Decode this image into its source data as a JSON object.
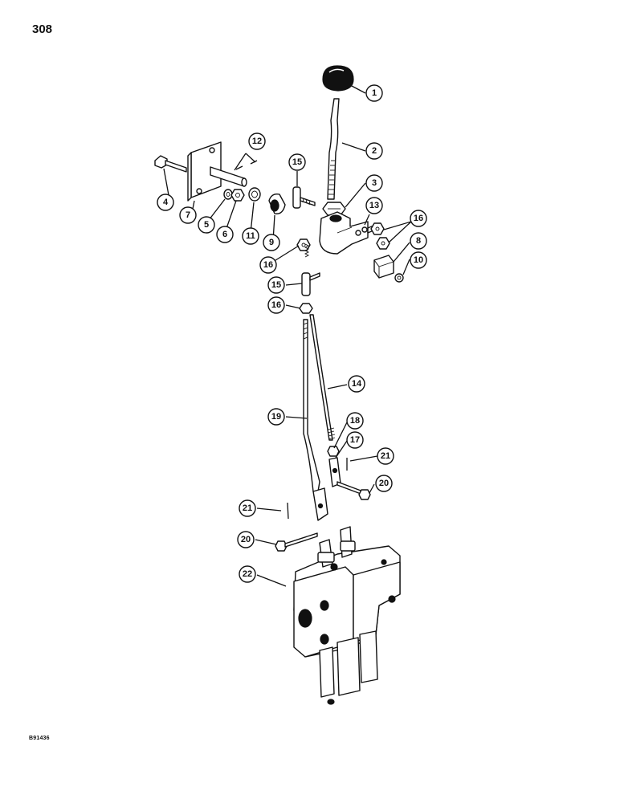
{
  "page": {
    "number": "308",
    "drawing_ref": "B91436"
  },
  "callouts": [
    {
      "id": "c1",
      "label": "1"
    },
    {
      "id": "c2",
      "label": "2"
    },
    {
      "id": "c3",
      "label": "3"
    },
    {
      "id": "c4",
      "label": "4"
    },
    {
      "id": "c5",
      "label": "5"
    },
    {
      "id": "c6",
      "label": "6"
    },
    {
      "id": "c7",
      "label": "7"
    },
    {
      "id": "c8",
      "label": "8"
    },
    {
      "id": "c9",
      "label": "9"
    },
    {
      "id": "c10",
      "label": "10"
    },
    {
      "id": "c11",
      "label": "11"
    },
    {
      "id": "c12",
      "label": "12"
    },
    {
      "id": "c13",
      "label": "13"
    },
    {
      "id": "c14",
      "label": "14"
    },
    {
      "id": "c15a",
      "label": "15"
    },
    {
      "id": "c15b",
      "label": "15"
    },
    {
      "id": "c16a",
      "label": "16"
    },
    {
      "id": "c16b",
      "label": "16"
    },
    {
      "id": "c16c",
      "label": "16"
    },
    {
      "id": "c17",
      "label": "17"
    },
    {
      "id": "c18",
      "label": "18"
    },
    {
      "id": "c19",
      "label": "19"
    },
    {
      "id": "c20a",
      "label": "20"
    },
    {
      "id": "c20b",
      "label": "20"
    },
    {
      "id": "c21a",
      "label": "21"
    },
    {
      "id": "c21b",
      "label": "21"
    },
    {
      "id": "c22",
      "label": "22"
    }
  ]
}
